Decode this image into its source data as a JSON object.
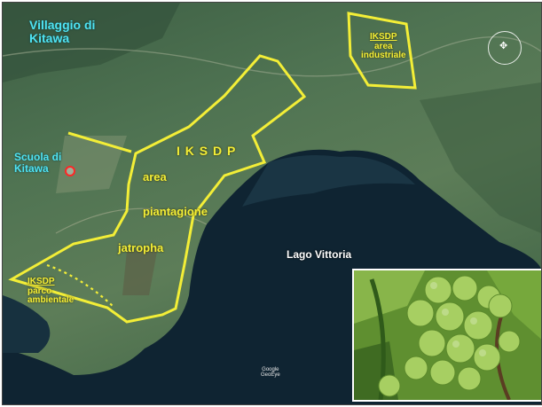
{
  "map": {
    "labels": {
      "village": [
        "Villaggio di",
        "Kitawa"
      ],
      "school": [
        "Scuola di",
        "Kitawa"
      ],
      "lake": "Lago Vittoria",
      "plantation_org": "I K S D P",
      "plantation_area": [
        "area",
        "piantagione",
        "jatropha"
      ],
      "industrial_org": "IKSDP",
      "industrial_area": [
        "area",
        "industriale"
      ],
      "park_org": "IKSDP",
      "park_area": [
        "parco",
        "ambientale"
      ]
    },
    "watermark": [
      "Google",
      "GeoEye"
    ],
    "colors": {
      "boundary": "#f3ee37",
      "place_label": "#4fe3f2",
      "zone_label": "#f3ee37",
      "school_marker": "#ff2626",
      "lake": "#0f2432"
    },
    "icons": {
      "compass": "compass-rose-icon",
      "school": "red-circle-marker-icon"
    },
    "inset_photo": "jatropha-fruit-cluster"
  }
}
